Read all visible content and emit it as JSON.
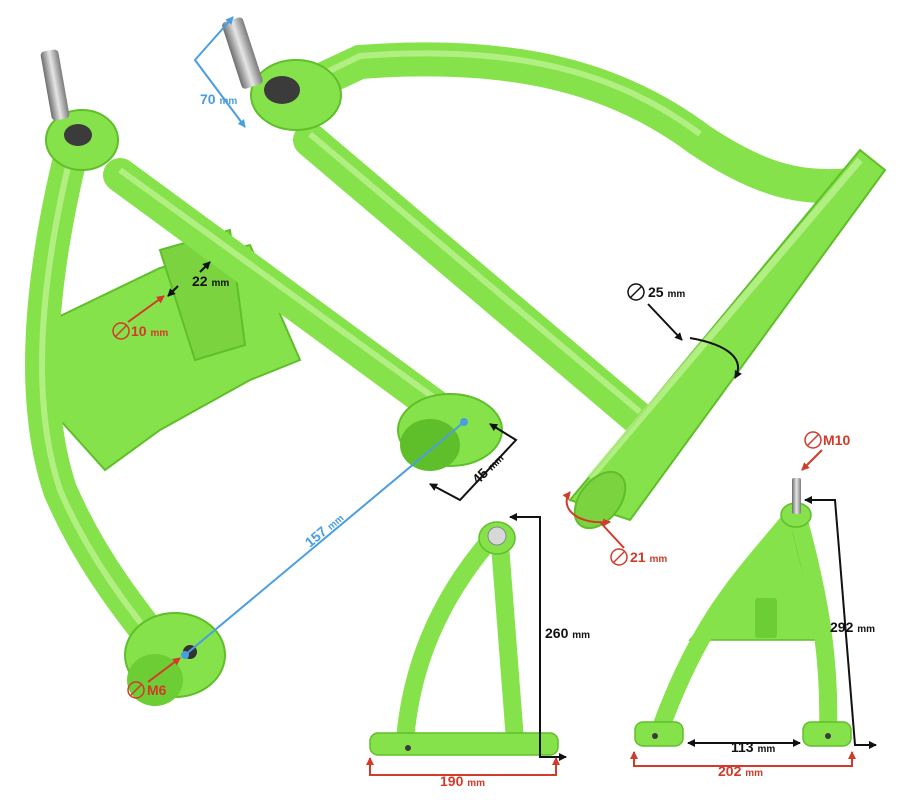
{
  "colors": {
    "arm": "#86e24a",
    "arm_dark": "#5fbf2a",
    "arm_light": "#c4f59a",
    "steel": "#9a9a9a",
    "dim_black": "#111111",
    "dim_blue": "#4a9ee0",
    "dim_red": "#d23a2a"
  },
  "labels": {
    "d70": {
      "value": "70",
      "unit": "mm"
    },
    "d22": {
      "value": "22",
      "unit": "mm"
    },
    "d10": {
      "value": "10",
      "unit": "mm"
    },
    "d157": {
      "value": "157",
      "unit": "mm"
    },
    "d45": {
      "value": "45",
      "unit": "mm"
    },
    "m6": {
      "value": "M6"
    },
    "d25": {
      "value": "25",
      "unit": "mm"
    },
    "d21": {
      "value": "21",
      "unit": "mm"
    },
    "m10": {
      "value": "M10"
    },
    "d260": {
      "value": "260",
      "unit": "mm"
    },
    "d190": {
      "value": "190",
      "unit": "mm"
    },
    "d292": {
      "value": "292",
      "unit": "mm"
    },
    "d113": {
      "value": "113",
      "unit": "mm"
    },
    "d202": {
      "value": "202",
      "unit": "mm"
    }
  },
  "icons": [
    "diameter-symbol-icon"
  ]
}
